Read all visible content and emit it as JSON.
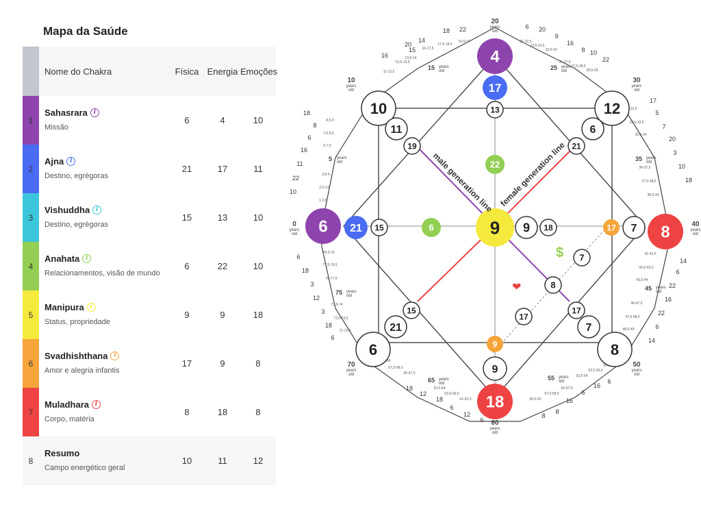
{
  "title": "Mapa da Saúde",
  "headers": {
    "name": "Nome do Chakra",
    "c1": "Física",
    "c2": "Energia",
    "c3": "Emoções"
  },
  "rows": [
    {
      "num": "1",
      "name": "Sahasrara",
      "sub": "Missão",
      "v1": "6",
      "v2": "4",
      "v3": "10",
      "color": "#8e44ad"
    },
    {
      "num": "2",
      "name": "Ajna",
      "sub": "Destino, egrégoras",
      "v1": "21",
      "v2": "17",
      "v3": "11",
      "color": "#4a6cf2"
    },
    {
      "num": "3",
      "name": "Vishuddha",
      "sub": "Destino, egrégoras",
      "v1": "15",
      "v2": "13",
      "v3": "10",
      "color": "#3cc6db"
    },
    {
      "num": "4",
      "name": "Anahata",
      "sub": "Relacionamentos, visão de mundo",
      "v1": "6",
      "v2": "22",
      "v3": "10",
      "color": "#92cf52"
    },
    {
      "num": "5",
      "name": "Manipura",
      "sub": "Status, propriedade",
      "v1": "9",
      "v2": "9",
      "v3": "18",
      "color": "#f6e93d"
    },
    {
      "num": "6",
      "name": "Svadhishthana",
      "sub": "Amor e alegria infantis",
      "v1": "17",
      "v2": "9",
      "v3": "8",
      "color": "#f6a53a"
    },
    {
      "num": "7",
      "name": "Muladhara",
      "sub": "Corpo, matéria",
      "v1": "8",
      "v2": "18",
      "v3": "8",
      "color": "#ee4343"
    },
    {
      "num": "8",
      "name": "Resumo",
      "sub": "Campo energético geral",
      "v1": "10",
      "v2": "11",
      "v3": "12",
      "color": ""
    }
  ],
  "diagram": {
    "big": {
      "top": "4",
      "left": "6",
      "right": "8",
      "bottom": "18",
      "tl": "10",
      "tr": "12",
      "bl": "6",
      "br": "8",
      "center": "9"
    },
    "inner": {
      "top2": "17",
      "top3": "13",
      "left2": "21",
      "left3": "15",
      "right2": "7",
      "right3": "17",
      "bottom2": "9",
      "bottom3": "9",
      "tl2": "11",
      "tl3": "19",
      "tr2": "6",
      "tr3": "21",
      "bl2": "21",
      "bl3": "15",
      "br2": "7",
      "br3": "17",
      "mid_top": "22",
      "mid_left": "6",
      "c_r1": "9",
      "c_r2": "18",
      "dia1": "7",
      "dia2": "8",
      "dia3": "17"
    },
    "ages": {
      "a0": "0",
      "a10": "10",
      "a20": "20",
      "a30": "30",
      "a40": "40",
      "a50": "50",
      "a60": "60",
      "a70": "70",
      "a5": "5",
      "a15": "15",
      "a25": "25",
      "a35": "35",
      "a45": "45",
      "a55": "55",
      "a65": "65",
      "a75": "75",
      "years": "years",
      "old": "old"
    },
    "male_line": "male generation line",
    "female_line": "female generation line",
    "dollar": "$",
    "heart": "❤",
    "colors": {
      "purple": "#8e44ad",
      "blue": "#4a6cf2",
      "green": "#92cf52",
      "yellow": "#f6e93d",
      "orange": "#f6a53a",
      "red": "#ee4343"
    },
    "ticks": {
      "t1": "18",
      "t2": "22",
      "t3": "16,5-17",
      "t4": "17,5-18,5",
      "t5": "16-17,5",
      "t6": "15",
      "t7": "14",
      "t8": "20",
      "t9": "16",
      "t10": "12,5-13,5",
      "t11": "13,5-14",
      "t12": "11-12,5",
      "t13": "6",
      "t14": "20",
      "t15": "9",
      "t16": "16",
      "t17": "8",
      "t18": "10",
      "t19": "22",
      "t20": "21-22,5",
      "t21": "22,5-23,5",
      "t22": "23,5-24",
      "t23": "26-27,5",
      "t24": "27,5-28,5",
      "t25": "28,5-29",
      "t26": "17",
      "t27": "5",
      "t28": "7",
      "t29": "20",
      "t30": "3",
      "t31": "10",
      "t32": "18",
      "t33": "31-32,5",
      "t34": "32,5-33,5",
      "t35": "33,5-34",
      "t36": "36-37,5",
      "t37": "37,5-38,5",
      "t38": "38,5-39",
      "t39": "18",
      "t40": "8",
      "t41": "6",
      "t42": "16",
      "t43": "11",
      "t44": "22",
      "t45": "10",
      "t46": "8,5-9",
      "t47": "7,5-8,5",
      "t48": "6-7,5",
      "t49": "3,5-4",
      "t50": "2,5-3,5",
      "t51": "1-2,5",
      "t52": "14",
      "t53": "6",
      "t54": "22",
      "t55": "16",
      "t56": "22",
      "t57": "6",
      "t58": "14",
      "t59": "41-42,5",
      "t60": "42,5-43,5",
      "t61": "43,5-44",
      "t62": "46-47,5",
      "t63": "47,5-48,5",
      "t64": "48,5-49",
      "t65": "6",
      "t66": "16",
      "t67": "6",
      "t68": "16",
      "t69": "8",
      "t70": "8",
      "t71": "51-52,5",
      "t72": "52,5-53,5",
      "t73": "53,5-54",
      "t74": "56-57,5",
      "t75": "57,5-58,5",
      "t76": "58,5-59",
      "t77": "6",
      "t78": "12",
      "t79": "6",
      "t80": "18",
      "t81": "12",
      "t82": "18",
      "t83": "68,5-69",
      "t84": "67,5-68,5",
      "t85": "66-67,5",
      "t86": "63,5-64",
      "t87": "62,5-63,5",
      "t88": "61-62,5",
      "t89": "6",
      "t90": "18",
      "t91": "3",
      "t92": "12",
      "t93": "3",
      "t94": "18",
      "t95": "6",
      "t96": "78,5-79",
      "t97": "77,5-78,5",
      "t98": "76-77,5",
      "t99": "73,5-74",
      "t100": "72,5-73,5",
      "t101": "71-72,5"
    }
  }
}
